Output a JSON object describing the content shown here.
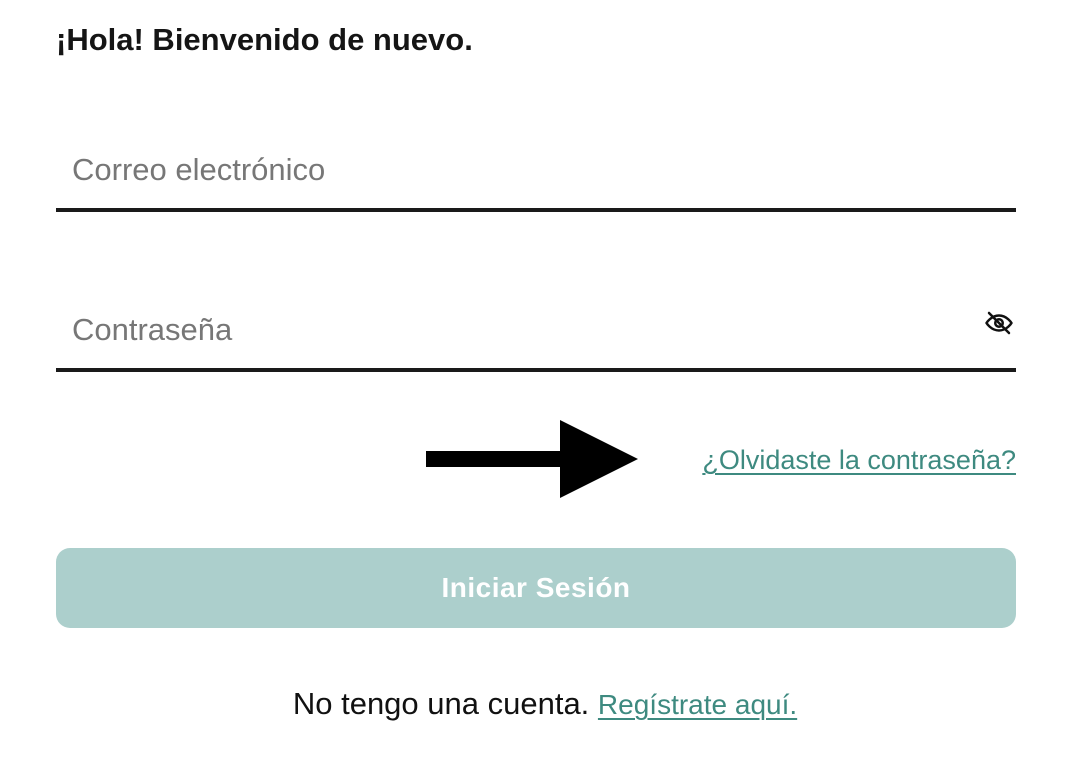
{
  "header": {
    "greeting": "¡Hola! Bienvenido de nuevo."
  },
  "form": {
    "email": {
      "value": "",
      "placeholder": "Correo electrónico"
    },
    "password": {
      "value": "",
      "placeholder": "Contraseña",
      "toggle_icon": "eye-slash-icon"
    },
    "forgot_password_label": "¿Olvidaste la contraseña?",
    "annotation_icon": "arrow-right-icon",
    "submit_label": "Iniciar Sesión"
  },
  "footer": {
    "prompt": "No tengo una cuenta.",
    "register_label": "Regístrate aquí."
  },
  "colors": {
    "accent": "#3e8a80",
    "button_disabled_bg": "#accfcc",
    "button_text": "#ffffff",
    "underline": "#1a1a1a"
  }
}
